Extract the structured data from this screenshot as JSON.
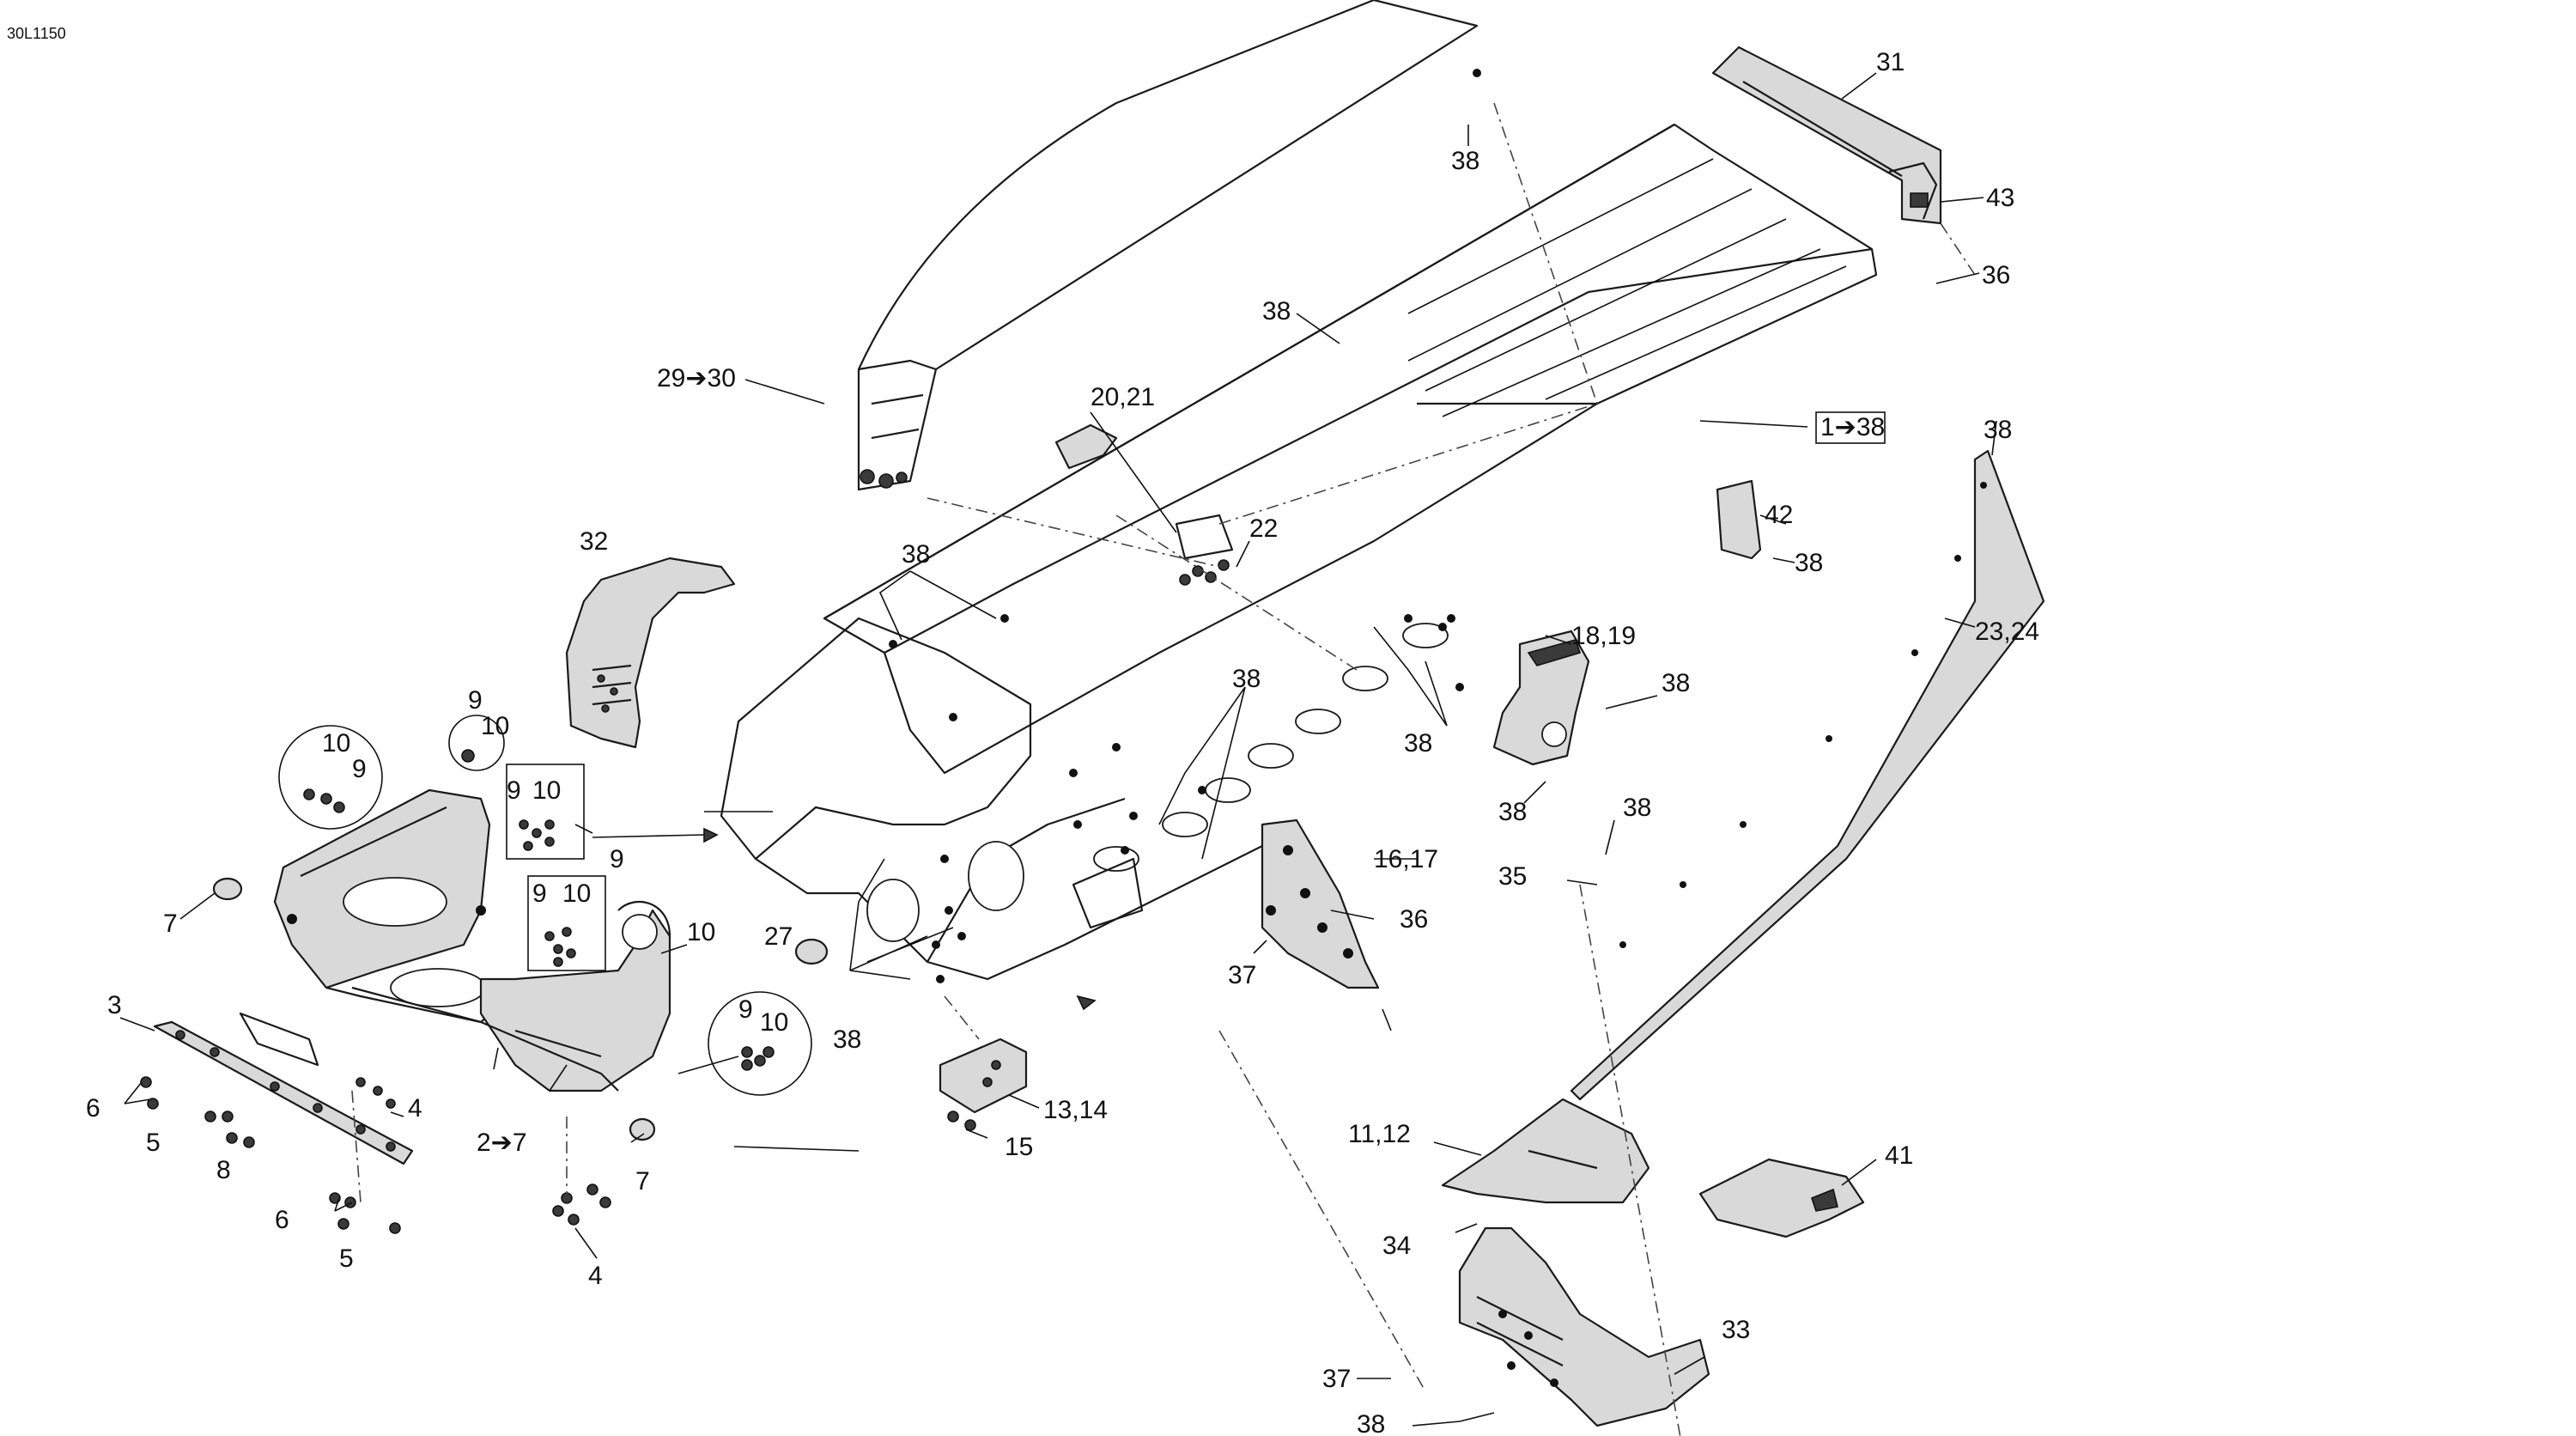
{
  "reference_code": "30L1150",
  "callouts": {
    "c1": "31",
    "c2": "43",
    "c3": "36",
    "c4": "38",
    "c5": "38",
    "c6": "29➔30",
    "c7": "20,21",
    "c8": "1➔38",
    "c9": "38",
    "c10": "42",
    "c11": "38",
    "c12": "22",
    "c13": "38",
    "c14": "32",
    "c15": "18,19",
    "c16": "23,24",
    "c17": "38",
    "c18": "38",
    "c19": "38",
    "c20": "38",
    "c21": "9",
    "c22": "10",
    "c23": "10",
    "c24": "9",
    "c25": "9",
    "c26": "10",
    "c27": "38",
    "c28": "16,17",
    "c29": "35",
    "c30": "9",
    "c31": "9",
    "c32": "10",
    "c33": "36",
    "c34": "7",
    "c35": "10",
    "c36": "27",
    "c37": "37",
    "c38": "9",
    "c39": "10",
    "c40": "3",
    "c41": "38",
    "c42": "6",
    "c43": "4",
    "c44": "13,14",
    "c45": "5",
    "c46": "8",
    "c47": "2➔7",
    "c48": "11,12",
    "c49": "15",
    "c50": "7",
    "c51": "41",
    "c52": "6",
    "c53": "34",
    "c54": "5",
    "c55": "4",
    "c56": "33",
    "c57": "37",
    "c58": "38"
  }
}
